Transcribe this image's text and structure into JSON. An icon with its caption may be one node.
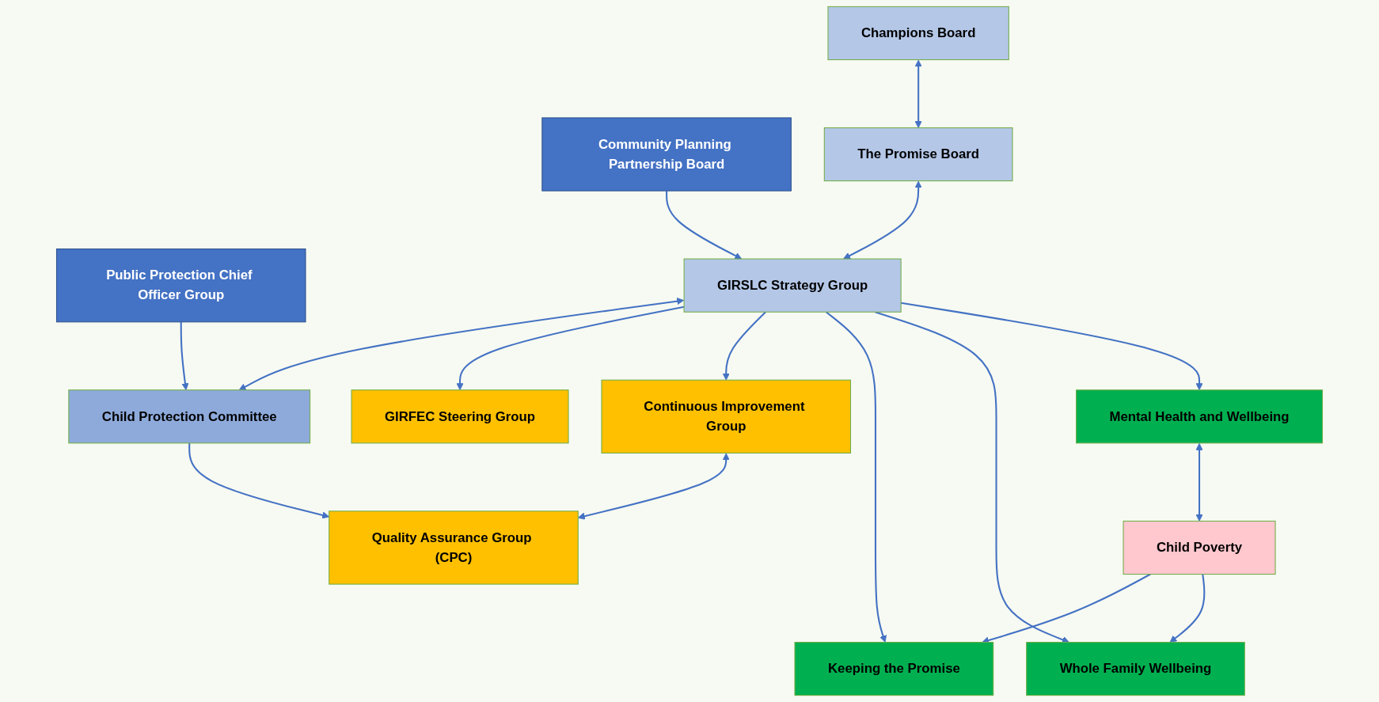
{
  "diagram": {
    "nodes": [
      {
        "text": [
          "Community Planning Partnership Board"
        ]
      },
      {
        "text": [
          "Public Protection Chief Officer Group"
        ]
      },
      {
        "text": [
          "Champions Board"
        ]
      },
      {
        "text": [
          "The Promise Board"
        ]
      },
      {
        "text": [
          "GIRSLC Strategy Group"
        ]
      },
      {
        "text": [
          "Child Protection Committee"
        ]
      },
      {
        "text": [
          "GIRFEC Steering Group"
        ]
      },
      {
        "text": [
          "Continuous Improvement Group"
        ]
      },
      {
        "text": [
          "Quality Assurance Group (CPC)"
        ]
      },
      {
        "text": [
          "Keeping the Promise"
        ]
      },
      {
        "text": [
          "Whole Family Wellbeing"
        ]
      },
      {
        "text": [
          "Mental Health and Wellbeing"
        ]
      },
      {
        "text": [
          "Child Poverty"
        ]
      }
    ],
    "edges": [
      {
        "from": 0,
        "to": 4,
        "arrow": "to"
      },
      {
        "from": 2,
        "to": 3,
        "arrow": "both"
      },
      {
        "from": 3,
        "to": 4,
        "arrow": "both"
      },
      {
        "from": 4,
        "to": 5,
        "arrow": "both"
      },
      {
        "from": 1,
        "to": 5,
        "arrow": "to"
      },
      {
        "from": 4,
        "to": 6,
        "arrow": "to"
      },
      {
        "from": 4,
        "to": 7,
        "arrow": "to"
      },
      {
        "from": 5,
        "to": 8,
        "arrow": "to"
      },
      {
        "from": 7,
        "to": 8,
        "arrow": "both"
      },
      {
        "from": 4,
        "to": 9,
        "arrow": "to"
      },
      {
        "from": 4,
        "to": 10,
        "arrow": "to"
      },
      {
        "from": 4,
        "to": 11,
        "arrow": "to"
      },
      {
        "from": 12,
        "to": 9,
        "arrow": "to"
      },
      {
        "from": 12,
        "to": 10,
        "arrow": "to"
      },
      {
        "from": 11,
        "to": 12,
        "arrow": "both"
      }
    ]
  }
}
